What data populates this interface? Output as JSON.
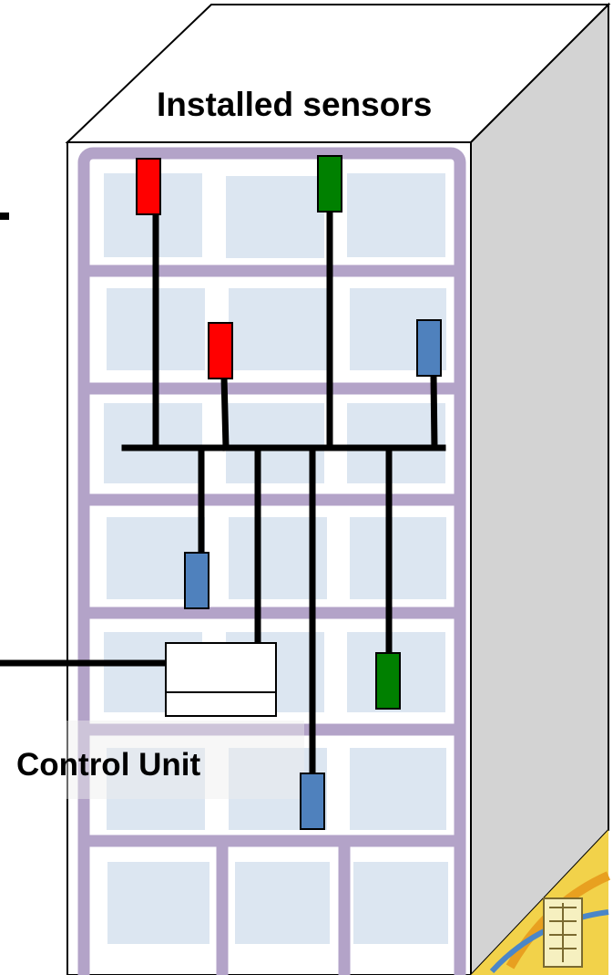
{
  "labels": {
    "installed_sensors": "Installed sensors",
    "control_unit": "Control Unit"
  },
  "colors": {
    "building_front": "#ffffff",
    "building_side": "#d3d3d3",
    "frame": "#b3a3c8",
    "window": "#dce6f1",
    "wire": "#000000",
    "sensor_red": "#ff0000",
    "sensor_green": "#008000",
    "sensor_blue": "#4f81bd"
  },
  "sensors": [
    {
      "id": "red-top",
      "color": "red"
    },
    {
      "id": "green-top",
      "color": "green"
    },
    {
      "id": "red-mid",
      "color": "red"
    },
    {
      "id": "blue-top",
      "color": "blue"
    },
    {
      "id": "blue-left",
      "color": "blue"
    },
    {
      "id": "green-right",
      "color": "green"
    },
    {
      "id": "blue-bottom",
      "color": "blue"
    }
  ]
}
